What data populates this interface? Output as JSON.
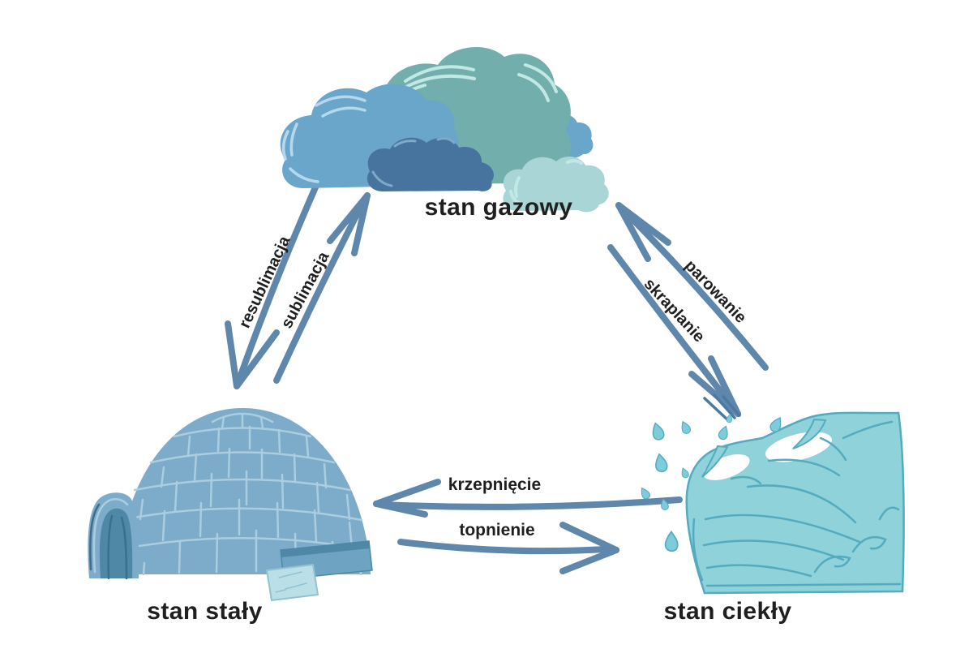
{
  "page": {
    "background": "#ffffff",
    "description": "Diagram przemian stanów skupienia wody"
  },
  "diagram": {
    "states": {
      "gas": {
        "label": "stan gazowy",
        "illustration": "clouds-icon"
      },
      "solid": {
        "label": "stan stały",
        "illustration": "igloo-icon"
      },
      "liquid": {
        "label": "stan ciekły",
        "illustration": "wave-icon"
      }
    },
    "transitions": {
      "resublimation": {
        "label": "resublimacja",
        "from": "gas",
        "to": "solid"
      },
      "sublimation": {
        "label": "sublimacja",
        "from": "solid",
        "to": "gas"
      },
      "evaporation": {
        "label": "parowanie",
        "from": "liquid",
        "to": "gas"
      },
      "condensation": {
        "label": "skraplanie",
        "from": "gas",
        "to": "liquid"
      },
      "freezing": {
        "label": "krzepnięcie",
        "from": "liquid",
        "to": "solid"
      },
      "melting": {
        "label": "topnienie",
        "from": "solid",
        "to": "liquid"
      }
    }
  },
  "colors": {
    "page-bg": "#ffffff",
    "label-text": "#1f1f1f",
    "arrow": "#5e87ab",
    "cloud-teal": "#72afac",
    "cloud-blue": "#69a6ca",
    "cloud-dark": "#47749e",
    "cloud-pale": "#a9d5d7",
    "highlight-teal": "#c2e8e6",
    "highlight-blue": "#b5d9ec",
    "highlight-dark": "#7fa9c9",
    "igloo-body": "#7dabca",
    "igloo-line": "#aacde0",
    "igloo-door": "#4e88a6",
    "igloo-door-dark": "#3a6f8d",
    "ice-beam": "#6fa3c2",
    "ice-light": "#bbdfe7",
    "ice-edge": "#8fc3d1",
    "wave-fill": "#8fd2d9",
    "wave-line": "#54abc0",
    "drop": "#7ecbdb",
    "splash": "#4a7aa3"
  }
}
